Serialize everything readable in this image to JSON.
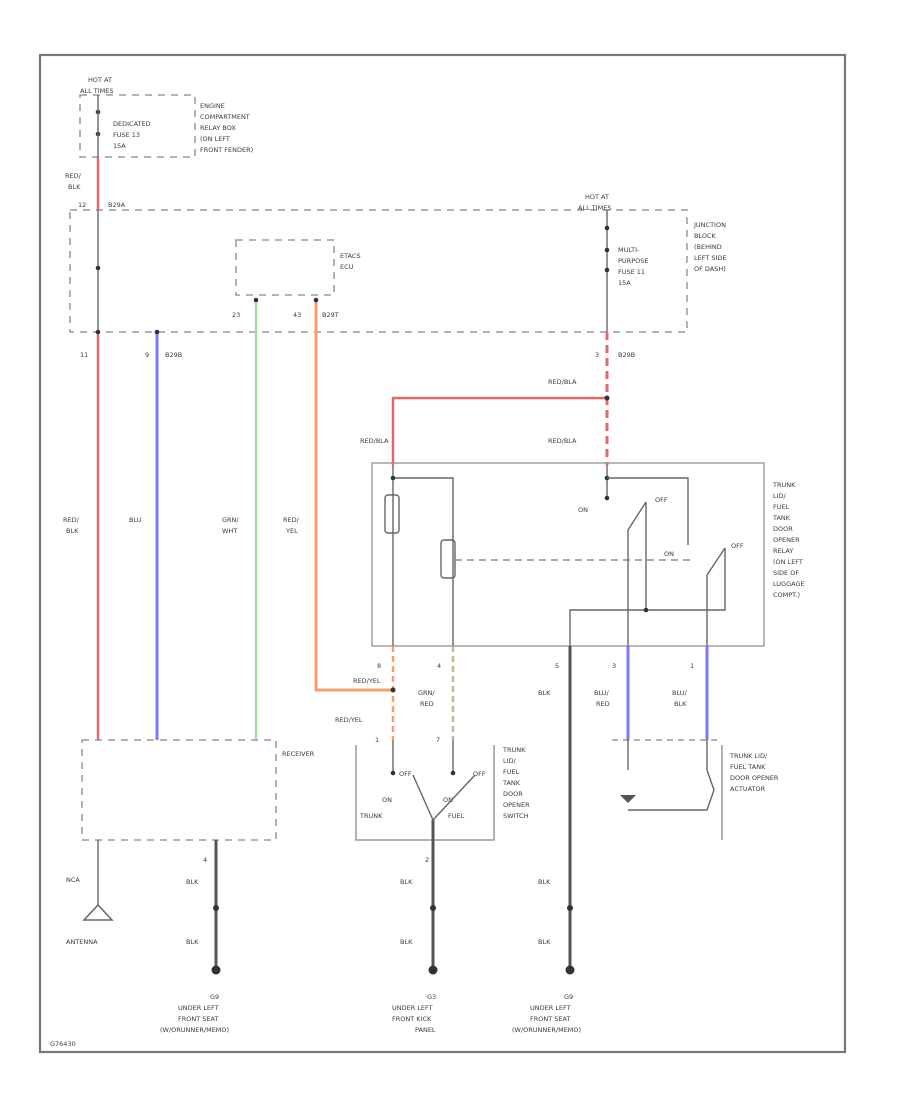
{
  "colors": {
    "red_blk": "#e06a6a",
    "blu": "#7a7af5",
    "grn_wht": "#9fe29f",
    "red_yel": "#f5a06a",
    "grn_red": "#c9b78f",
    "blk": "#555555",
    "frame": "#777777"
  },
  "top_left": {
    "hot_at_line1": "HOT AT",
    "hot_at_line2": "ALL TIMES",
    "fuse": [
      "DEDICATED",
      "FUSE 13",
      "15A"
    ],
    "location": [
      "ENGINE",
      "COMPARTMENT",
      "RELAY BOX",
      "(ON LEFT",
      "FRONT FENDER)"
    ],
    "wire": [
      "RED/",
      "BLK"
    ]
  },
  "junction": {
    "pin_a": "12",
    "pin_a_code": "B29A",
    "hot_at_line1": "HOT AT",
    "hot_at_line2": "ALL TIMES",
    "fuse": [
      "MULTI-",
      "PURPOSE",
      "FUSE 11",
      "15A"
    ],
    "label": [
      "JUNCTION",
      "BLOCK",
      "(BEHIND",
      "LEFT SIDE",
      "OF DASH)"
    ],
    "ecu": [
      "ETACS",
      "ECU"
    ],
    "pin_11": "11",
    "pin_9": "9",
    "pin_9_code": "B29B",
    "pin_23": "23",
    "pin_43": "43",
    "pin_43_code": "B29T",
    "pin_3": "3",
    "pin_3_code": "B29B"
  },
  "wires": {
    "red_blk": [
      "RED/",
      "BLK"
    ],
    "blu": "BLU",
    "grn_wht": [
      "GRN/",
      "WHT"
    ],
    "red_yel": [
      "RED/",
      "YEL"
    ],
    "red_bla_1": "RED/BLA",
    "red_bla_2": "RED/BLA",
    "red_bla_3": "RED/BLA",
    "red_yel_2": "RED/YEL",
    "red_yel_3": "RED/YEL",
    "grn_red": [
      "GRN/",
      "RED"
    ],
    "blk": "BLK",
    "blu_red": [
      "BLU/",
      "RED"
    ],
    "blu_blk": [
      "BLU/",
      "BLK"
    ]
  },
  "relay": {
    "label": [
      "TRUNK",
      "LID/",
      "FUEL",
      "TANK",
      "DOOR",
      "OPENER",
      "RELAY",
      "(ON LEFT",
      "SIDE OF",
      "LUGGAGE",
      "COMPT.)"
    ],
    "on1": "ON",
    "off1": "OFF",
    "on2": "ON",
    "off2": "OFF",
    "pin_8": "8",
    "pin_4": "4",
    "pin_5": "5",
    "pin_3": "3",
    "pin_1": "1"
  },
  "receiver": {
    "label": "RECEIVER",
    "pin_4": "4",
    "antenna_wire": "NCA",
    "antenna": "ANTENNA"
  },
  "switch": {
    "pin_1": "1",
    "pin_7": "7",
    "pin_2": "2",
    "off_a": "OFF",
    "off_b": "OFF",
    "on_a": "ON",
    "on_b": "ON",
    "trunk": "TRUNK",
    "fuel": "FUEL",
    "label": [
      "TRUNK",
      "LID/",
      "FUEL",
      "TANK",
      "DOOR",
      "OPENER",
      "SWITCH"
    ]
  },
  "actuator": {
    "label": [
      "TRUNK LID/",
      "FUEL TANK",
      "DOOR OPENER",
      "ACTUATOR"
    ]
  },
  "grounds": {
    "g1_id": "G9",
    "g1_desc": [
      "UNDER LEFT",
      "FRONT SEAT",
      "(W/ORUNNER/MEMO)"
    ],
    "g2_id": "G3",
    "g2_desc": [
      "UNDER LEFT",
      "FRONT KICK",
      "PANEL"
    ],
    "g3_id": "G9",
    "g3_desc": [
      "UNDER LEFT",
      "FRONT SEAT",
      "(W/ORUNNER/MEMO)"
    ],
    "blk_a": "BLK",
    "blk_b": "BLK",
    "blk_c": "BLK",
    "blk_d": "BLK",
    "blk_e": "BLK",
    "blk_f": "BLK"
  },
  "footer": "G76430"
}
